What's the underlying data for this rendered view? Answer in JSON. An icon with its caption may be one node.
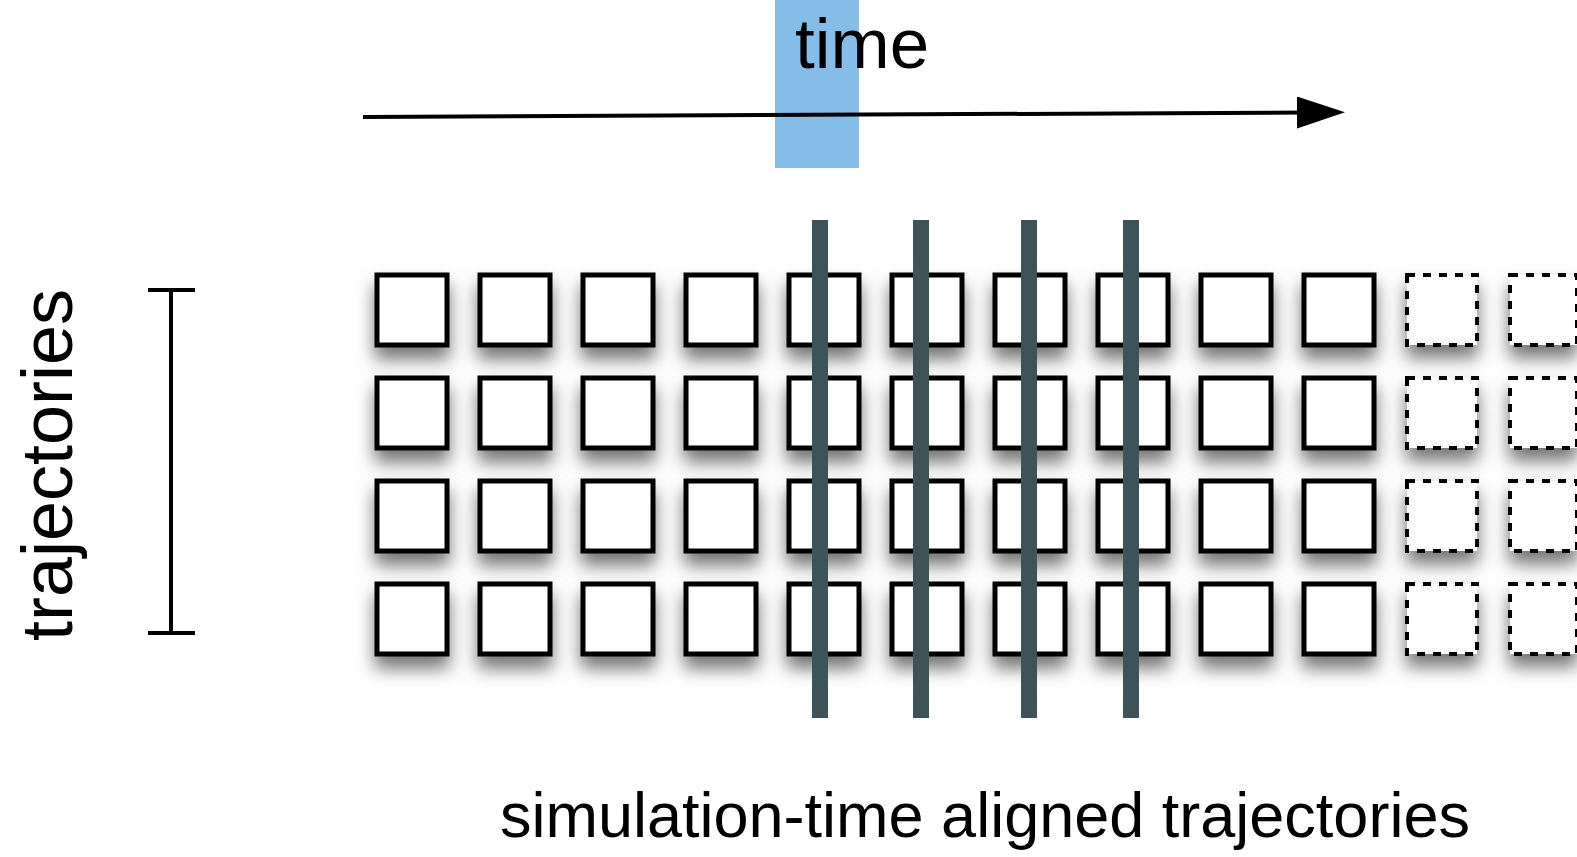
{
  "diagram": {
    "labels": [
      "time",
      "trajectories",
      "simulation-time aligned trajectories"
    ]
  }
}
